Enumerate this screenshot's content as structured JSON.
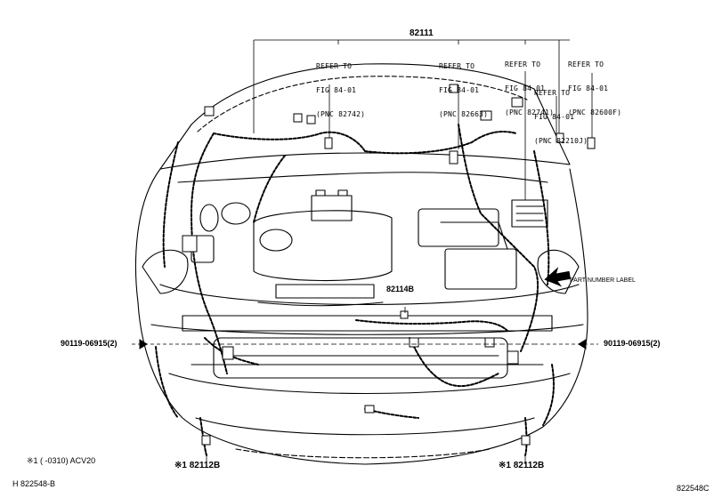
{
  "main_part": "82111",
  "refer_callouts": [
    {
      "line1": "REFER TO",
      "line2": "FIG 84-01",
      "line3": "(PNC 82742)"
    },
    {
      "line1": "REFER TO",
      "line2": "FIG 84-01",
      "line3": "(PNC 82663)"
    },
    {
      "line1": "REFER TO",
      "line2": "FIG 84-01",
      "line3": "(PNC 82741)"
    },
    {
      "line1": "REFER TO",
      "line2": "FIG 84-01",
      "line3": "(PNC 82600F)"
    },
    {
      "line1": "REFER TO",
      "line2": "FIG 84-01",
      "line3": "(PNC 82210J)"
    }
  ],
  "part_labels": {
    "sub_harness": "82114B",
    "clip_left": "90119-06915(2)",
    "clip_right": "90119-06915(2)",
    "harness_left": "※1 82112B",
    "harness_right": "※1 82112B",
    "part_number_label": "PART NUMBER LABEL"
  },
  "footnote": "※1 (    -0310) ACV20",
  "ref_code_left": "H 822548-B",
  "ref_code_right": "822548C"
}
